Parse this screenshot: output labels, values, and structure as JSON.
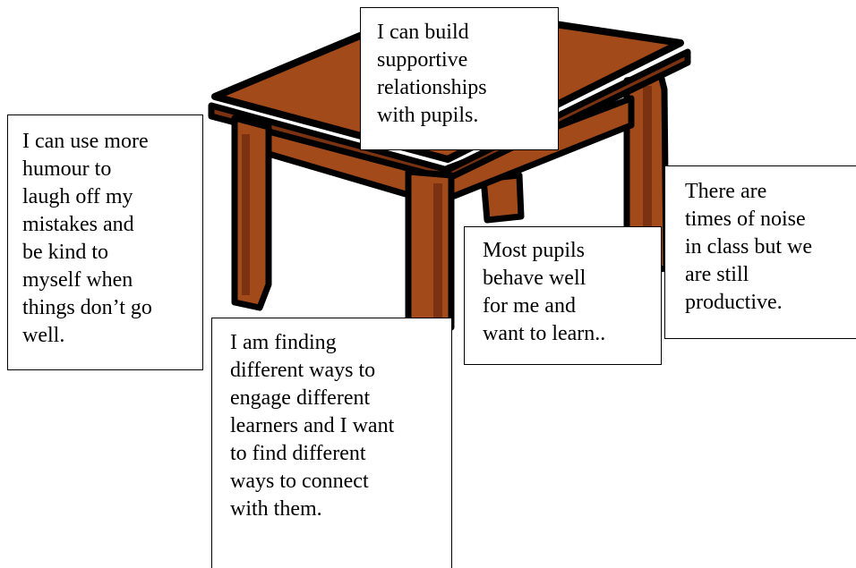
{
  "colors": {
    "wood": "#a34a1a",
    "wood_dark": "#7a3210",
    "outline": "#000000",
    "note_background": "#ffffff",
    "note_border": "#000000"
  },
  "illustration": {
    "icon": "wooden-table-icon"
  },
  "notes": {
    "top": "I can build\nsupportive\nrelationships\nwith pupils.",
    "left": "I can use more\nhumour to\nlaugh off my\nmistakes and\nbe kind to\nmyself when\nthings don’t go\nwell.",
    "bottom": "I am finding\ndifferent ways to\nengage different\nlearners and I want\nto find different\nways to connect\nwith them.",
    "mid_right": "Most pupils\nbehave well\nfor me and\nwant to learn..",
    "right": "There are\ntimes of noise\nin class but we\nare still\nproductive."
  }
}
